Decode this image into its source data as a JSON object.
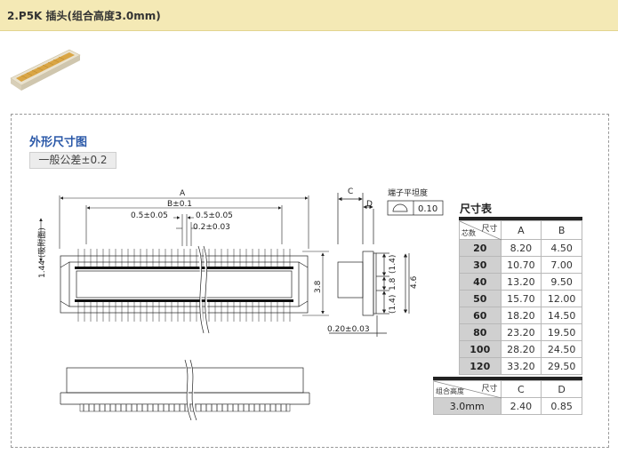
{
  "header": {
    "title": "2.P5K 插头(组合高度3.0mm)"
  },
  "panel": {
    "title": "外形尺寸图",
    "tolerance": "一般公差±0.2"
  },
  "drawing": {
    "A": "A",
    "B": "B±0.1",
    "pitch1": "0.5±0.05",
    "pitch2": "0.5±0.05",
    "pitch3": "0.2±0.03",
    "height_label": "1.44 (吸附面)",
    "h38": "3.8",
    "C": "C",
    "D": "D",
    "flatness_label": "端子平坦度",
    "flatness_value": "0.10",
    "d14a": "(1.4)",
    "d18": "1.8",
    "d14b": "(1.4)",
    "d46": "4.6",
    "d020": "0.20±0.03"
  },
  "dim_table": {
    "title": "尺寸表",
    "corner_top": "尺寸",
    "corner_bottom": "芯数",
    "columns": [
      "A",
      "B"
    ],
    "rows": [
      {
        "pins": "20",
        "A": "8.20",
        "B": "4.50"
      },
      {
        "pins": "30",
        "A": "10.70",
        "B": "7.00"
      },
      {
        "pins": "40",
        "A": "13.20",
        "B": "9.50"
      },
      {
        "pins": "50",
        "A": "15.70",
        "B": "12.00"
      },
      {
        "pins": "60",
        "A": "18.20",
        "B": "14.50"
      },
      {
        "pins": "80",
        "A": "23.20",
        "B": "19.50"
      },
      {
        "pins": "100",
        "A": "28.20",
        "B": "24.50"
      },
      {
        "pins": "120",
        "A": "33.20",
        "B": "29.50"
      }
    ]
  },
  "height_table": {
    "corner_top": "尺寸",
    "corner_bottom": "组合高度",
    "columns": [
      "C",
      "D"
    ],
    "rows": [
      {
        "height": "3.0mm",
        "C": "2.40",
        "D": "0.85"
      }
    ]
  }
}
